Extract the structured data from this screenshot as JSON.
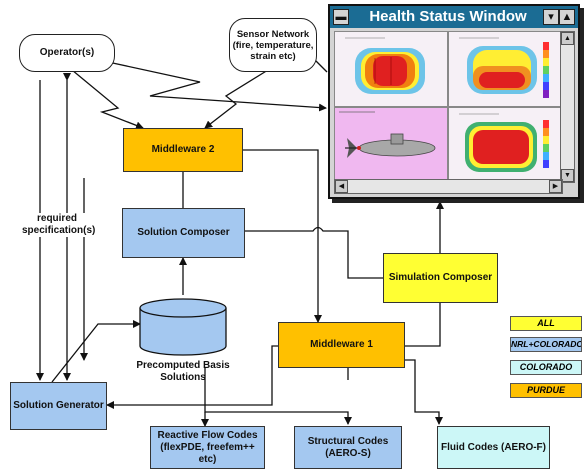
{
  "health_window": {
    "title": "Health Status Window",
    "minimize_glyph": "▬",
    "restore_glyph": "▾",
    "scroll_up_glyph": "▲",
    "scroll_down_glyph": "▼",
    "scroll_left_glyph": "◀",
    "scroll_right_glyph": "▶"
  },
  "nodes": {
    "operator": "Operator(s)",
    "sensor_network": "Sensor Network (fire, temperature, strain etc)",
    "middleware2": "Middleware 2",
    "solution_composer": "Solution Composer",
    "simulation_composer": "Simulation Composer",
    "precomputed": "Precomputed Basis Solutions",
    "middleware1": "Middleware 1",
    "solution_generator": "Solution Generator",
    "reactive_flow": "Reactive Flow Codes (flexPDE, freefem++ etc)",
    "structural": "Structural Codes (AERO-S)",
    "fluid": "Fluid Codes (AERO-F)",
    "required_spec": "required specification(s)"
  },
  "legend": [
    {
      "label": "ALL",
      "color": "#ffff33"
    },
    {
      "label": "NRL+COLORADO",
      "color": "#a4c8f0"
    },
    {
      "label": "COLORADO",
      "color": "#ccf7f7"
    },
    {
      "label": "PURDUE",
      "color": "#ffc000"
    }
  ],
  "colors": {
    "middleware": "#ffc000",
    "composer": "#a4c8f0",
    "simulation": "#ffff33",
    "codes": "#ccf7f7",
    "titlebar": "#1b6c94"
  }
}
